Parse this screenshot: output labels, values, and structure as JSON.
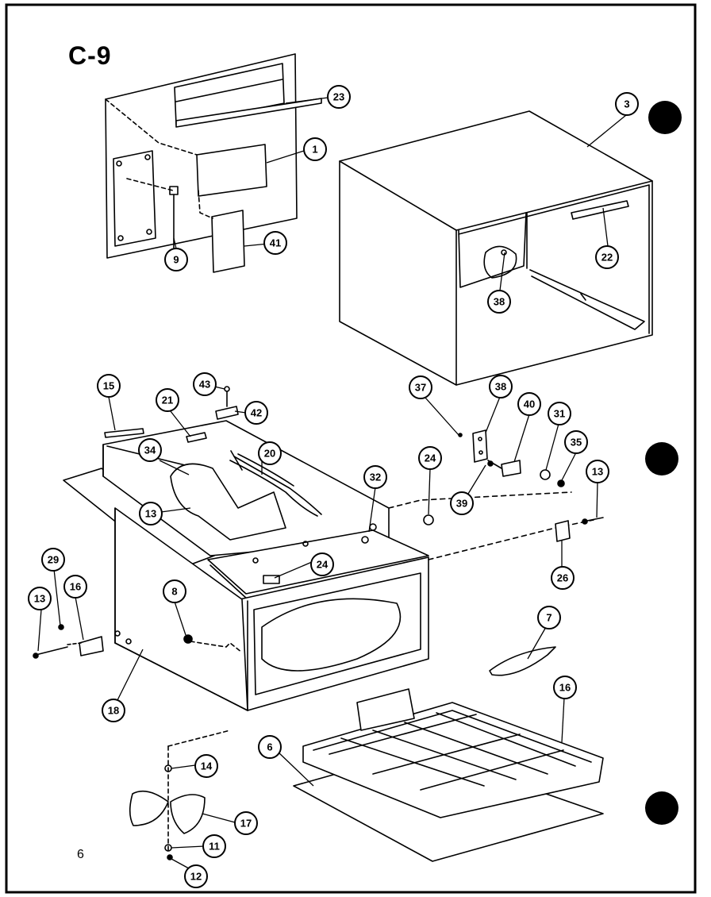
{
  "title": "C-9",
  "page_number": "6",
  "callouts": [
    "23",
    "1",
    "3",
    "41",
    "9",
    "22",
    "38",
    "15",
    "43",
    "21",
    "42",
    "37",
    "38",
    "40",
    "31",
    "35",
    "34",
    "20",
    "24",
    "13",
    "32",
    "39",
    "13",
    "24",
    "26",
    "29",
    "16",
    "13",
    "8",
    "7",
    "18",
    "16",
    "14",
    "6",
    "17",
    "11",
    "12"
  ],
  "colors": {
    "ink": "#000000",
    "paper": "#ffffff"
  }
}
